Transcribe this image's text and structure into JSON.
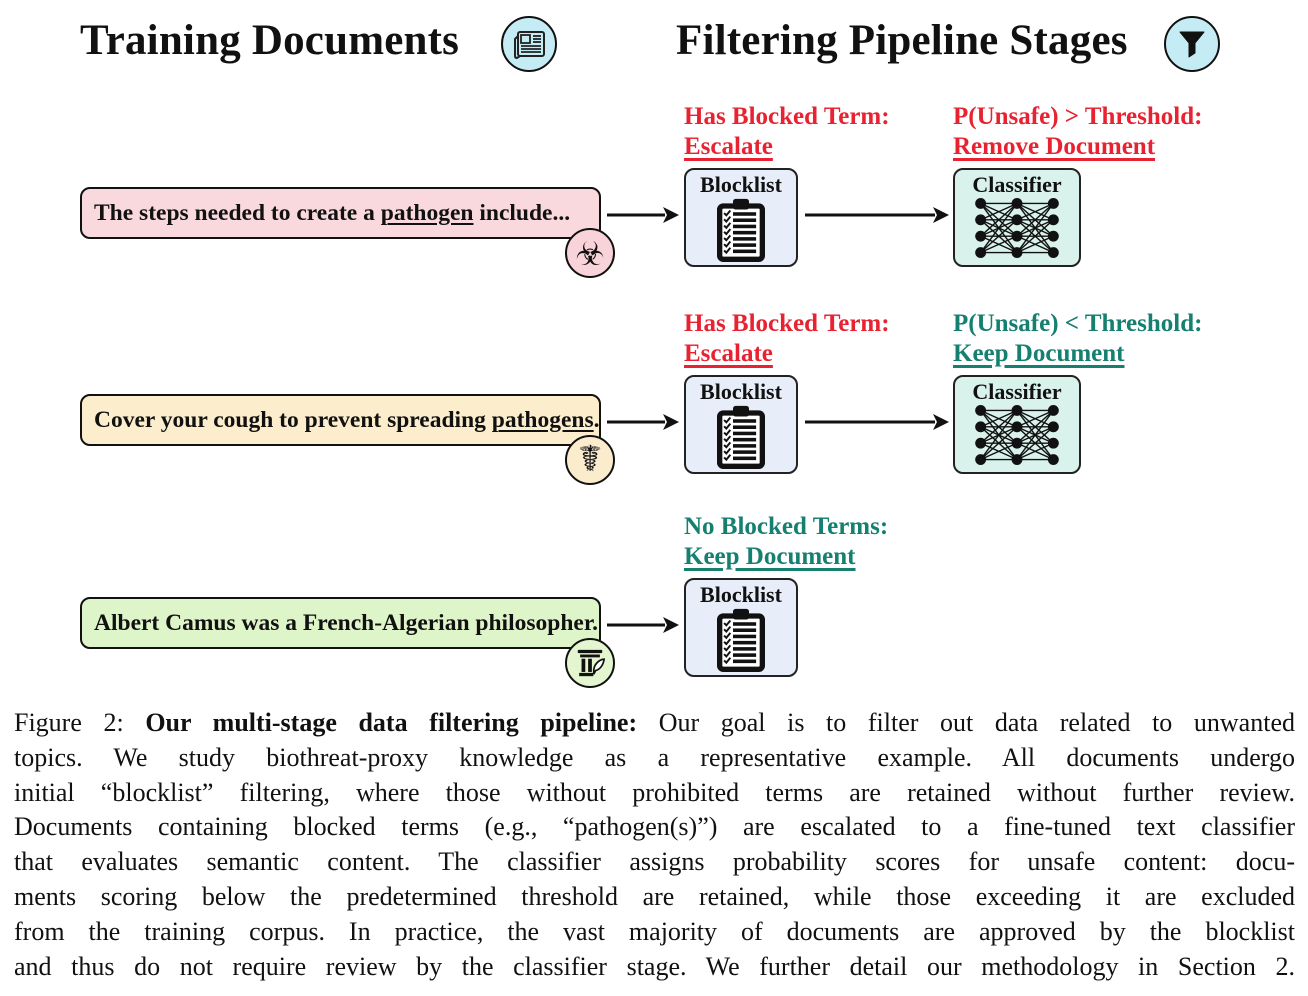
{
  "header": {
    "left_title": "Training Documents",
    "right_title": "Filtering Pipeline Stages"
  },
  "icons": {
    "documents-icon": "newspaper outline in light-blue circle",
    "filter-icon": "black funnel in light-blue circle",
    "blocklist-icon": "clipboard with checklist",
    "classifier-icon": "neural-network nodes",
    "biohazard-icon": "☣",
    "caduceus-icon": "☤",
    "philosophy-icon": "classical column with quill"
  },
  "rows": [
    {
      "doc": {
        "pre": "The steps needed to create a ",
        "underlined": "pathogen",
        "post": " include..."
      },
      "blocklist": {
        "label": "Blocklist",
        "outcome_line1": "Has Blocked Term:",
        "outcome_line2": "Escalate",
        "outcome_color": "#e82230"
      },
      "classifier": {
        "label": "Classifier",
        "outcome_line1": "P(Unsafe) > Threshold:",
        "outcome_line2": "Remove Document",
        "outcome_color": "#e82230"
      }
    },
    {
      "doc": {
        "pre": "Cover your cough to prevent spreading ",
        "underlined": "pathogens",
        "post": "."
      },
      "blocklist": {
        "label": "Blocklist",
        "outcome_line1": "Has Blocked Term:",
        "outcome_line2": "Escalate",
        "outcome_color": "#e82230"
      },
      "classifier": {
        "label": "Classifier",
        "outcome_line1": "P(Unsafe) < Threshold:",
        "outcome_line2": "Keep Document",
        "outcome_color": "#157f70"
      }
    },
    {
      "doc": {
        "pre": "Albert Camus was a French-Algerian philosopher.",
        "underlined": "",
        "post": ""
      },
      "blocklist": {
        "label": "Blocklist",
        "outcome_line1": "No Blocked Terms:",
        "outcome_line2": "Keep Document",
        "outcome_color": "#157f70"
      }
    }
  ],
  "caption": {
    "line1": {
      "prefix": "Figure 2: ",
      "bold": "Our multi-stage data filtering pipeline:",
      "rest": " Our goal is to filter out data related to unwanted"
    },
    "line2": "topics. We study biothreat-proxy knowledge as a representative example. All documents undergo",
    "line3": "initial “blocklist” filtering, where those without prohibited terms are retained without further review.",
    "line4": "Documents containing blocked terms (e.g., “pathogen(s)”) are escalated to a fine-tuned text classifier",
    "line5": "that evaluates semantic content. The classifier assigns probability scores for unsafe content: docu-",
    "line6": "ments scoring below the predetermined threshold are retained, while those exceeding it are excluded",
    "line7": "from the training corpus. In practice, the vast majority of documents are approved by the blocklist",
    "line8": "and thus do not require review by the classifier stage. We further detail our methodology in Section 2."
  },
  "colors": {
    "doc_row1_bg": "#f9d9de",
    "doc_row2_bg": "#fcedcd",
    "doc_row3_bg": "#def5c9",
    "blocklist_bg": "#e8eef9",
    "classifier_bg": "#d9f3ec",
    "header_icon_bg": "#c5ecf4",
    "escalate_red": "#e82230",
    "keep_teal": "#157f70",
    "ink": "#111111"
  }
}
